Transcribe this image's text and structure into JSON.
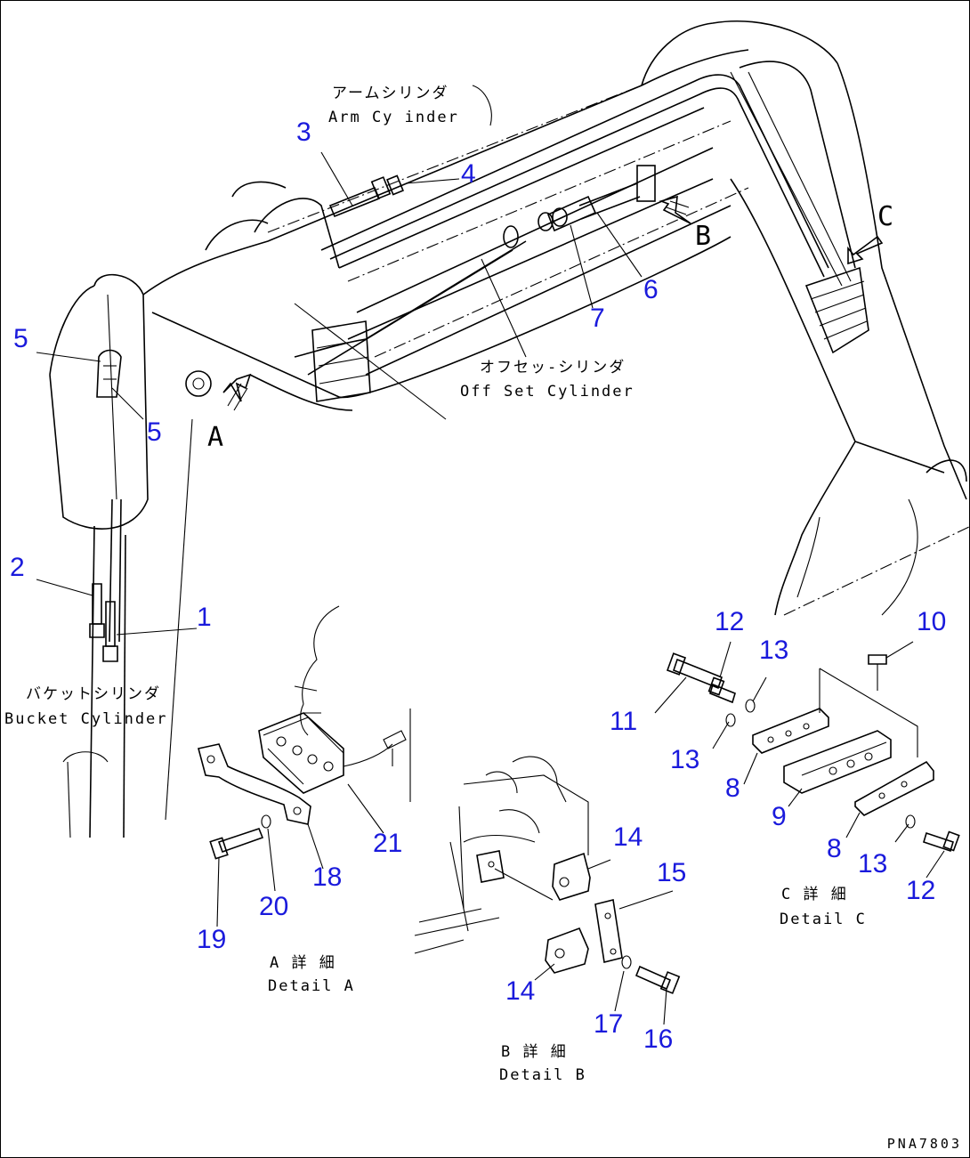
{
  "colors": {
    "callout": "#1a1adc",
    "line": "#000000",
    "background": "#ffffff"
  },
  "labels": {
    "arm_cylinder_jp": "アームシリンダ",
    "arm_cylinder_en": "Arm Cy inder",
    "offset_cylinder_jp": "オフセッ-シリンダ",
    "offset_cylinder_en": "Off Set Cylinder",
    "bucket_cylinder_jp": "バケットシリンダ",
    "bucket_cylinder_en": "Bucket Cylinder"
  },
  "views": {
    "a": "A",
    "b": "B",
    "c": "C"
  },
  "details": {
    "a_jp": "A 詳 細",
    "a_en": "Detail A",
    "b_jp": "B 詳 細",
    "b_en": "Detail B",
    "c_jp": "C 詳 細",
    "c_en": "Detail C"
  },
  "callouts": {
    "n3": "3",
    "n4": "4",
    "n5a": "5",
    "n5b": "5",
    "n6": "6",
    "n7": "7",
    "n2": "2",
    "n1": "1",
    "n12a": "12",
    "n10": "10",
    "n13a": "13",
    "n11": "11",
    "n13b": "13",
    "n8a": "8",
    "n9": "9",
    "n8b": "8",
    "n13c": "13",
    "n12b": "12",
    "n14a": "14",
    "n15": "15",
    "n14b": "14",
    "n17": "17",
    "n16": "16",
    "n21": "21",
    "n18": "18",
    "n20": "20",
    "n19": "19"
  },
  "drawing_code": "PNA7803"
}
